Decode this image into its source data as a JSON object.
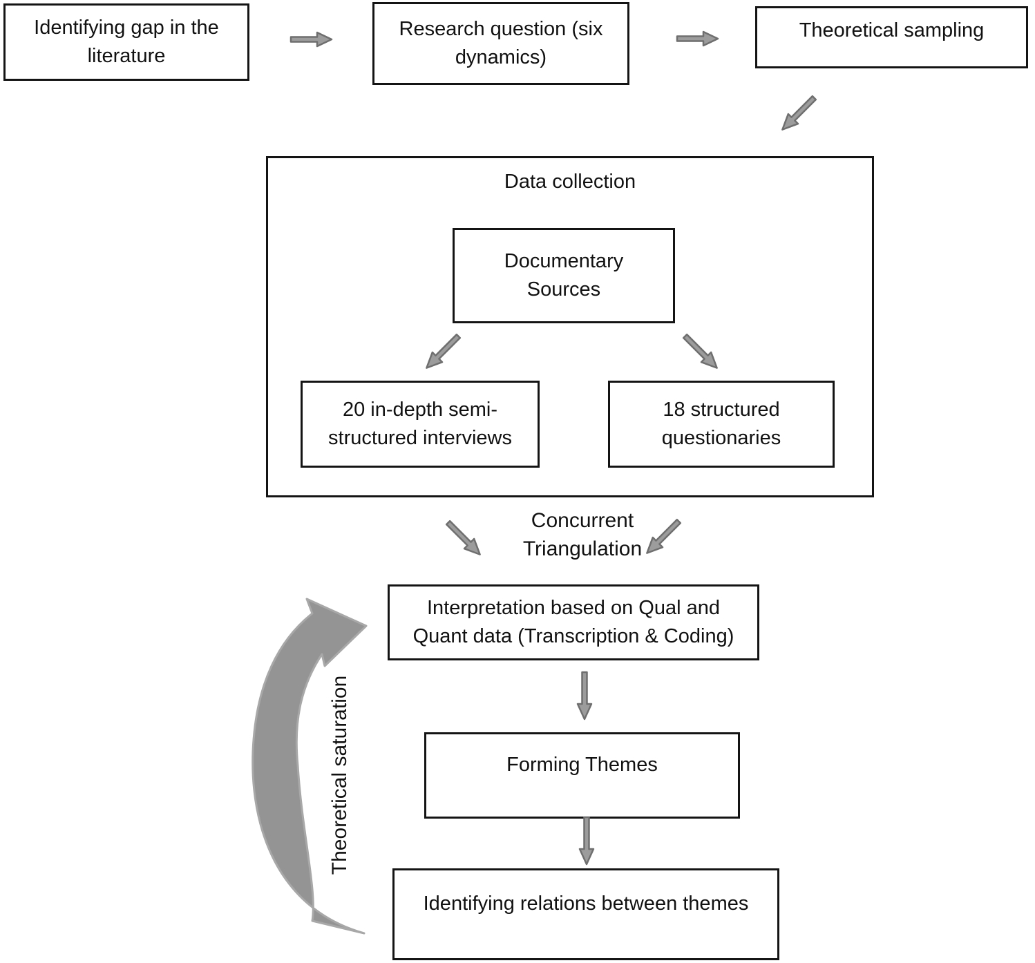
{
  "diagram": {
    "nodes": {
      "gap": "Identifying gap in the\nliterature",
      "research_question": "Research question (six\ndynamics)",
      "theoretical_sampling": "Theoretical sampling",
      "data_collection": "Data collection",
      "documentary_sources": "Documentary\nSources",
      "interviews": "20 in-depth semi-\nstructured interviews",
      "questionnaires": "18 structured\nquestionaries",
      "interpretation": "Interpretation based on Qual and\nQuant data (Transcription & Coding)",
      "forming_themes": "Forming Themes",
      "identifying_relations": "Identifying relations between themes"
    },
    "annotations": {
      "concurrent_triangulation": "Concurrent\nTriangulation",
      "theoretical_saturation": "Theoretical saturation"
    },
    "colors": {
      "arrow_fill": "#9c9c9c",
      "arrow_stroke": "#6f6f6f",
      "loop_fill": "#949494",
      "loop_stroke": "#a8a8a8",
      "box_border": "#141414",
      "text": "#111111",
      "background": "#ffffff"
    }
  }
}
